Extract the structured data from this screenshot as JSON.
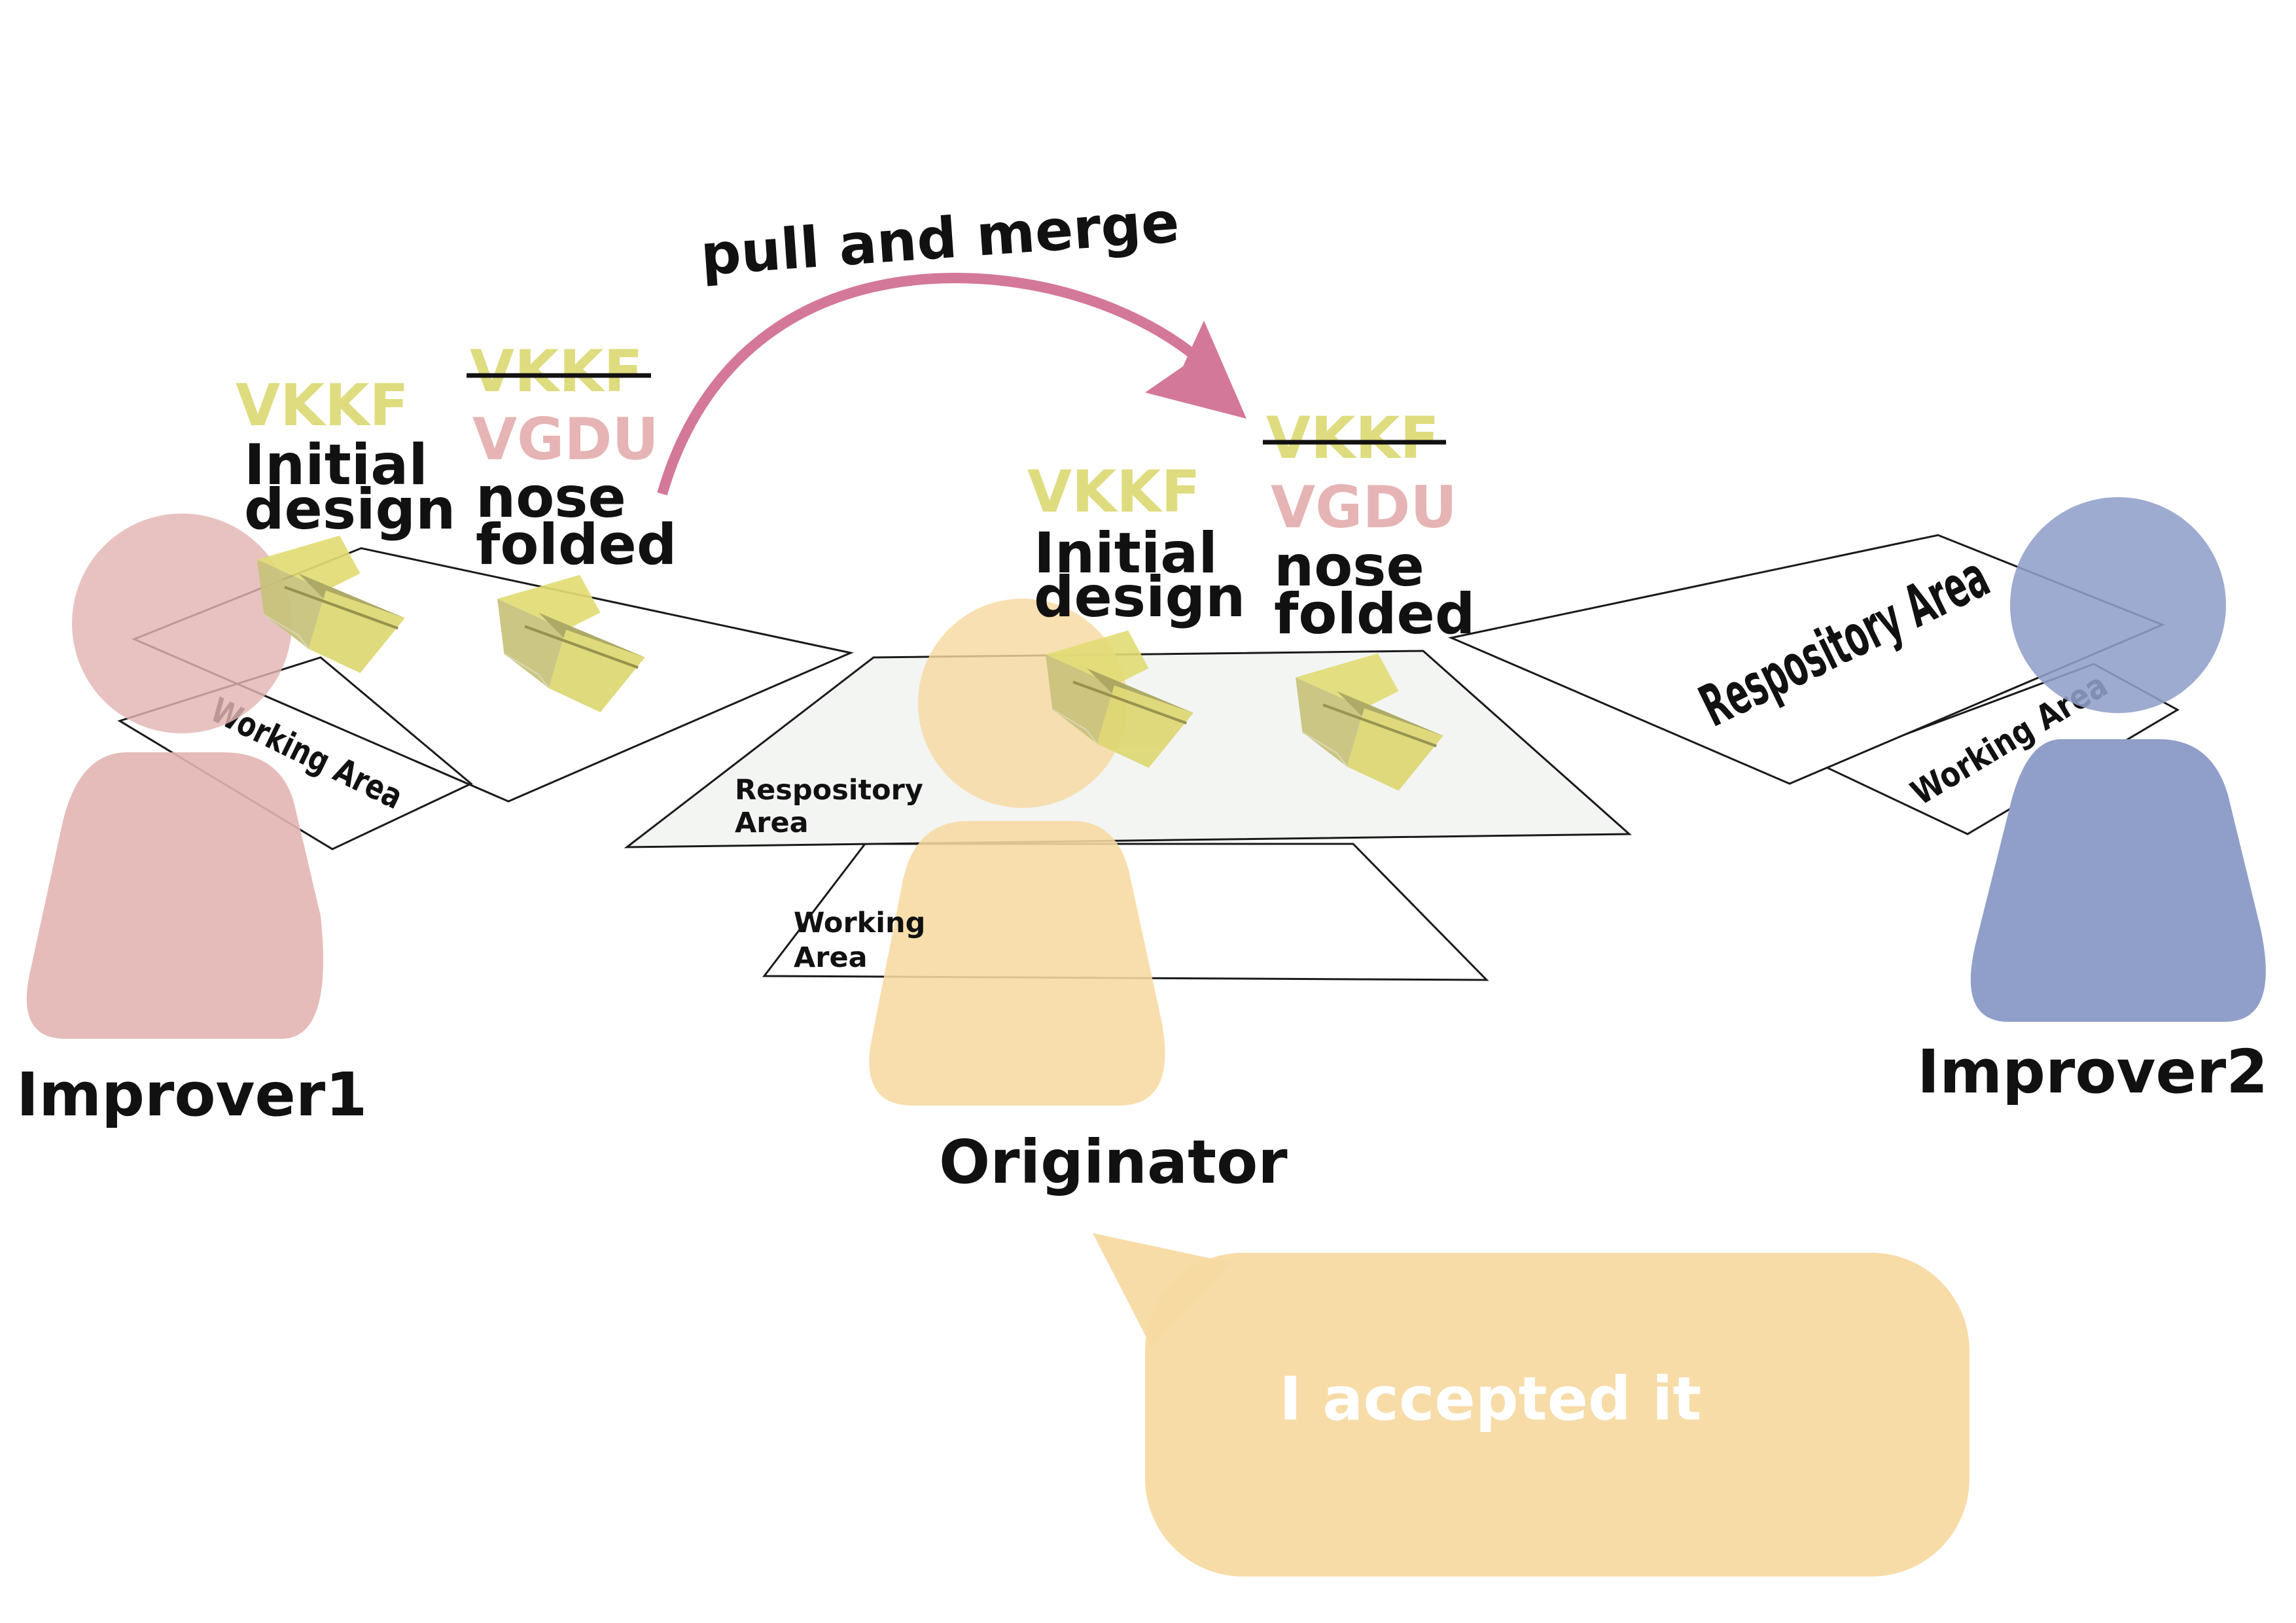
{
  "diagram": {
    "arrow_label": "pull and merge",
    "colors": {
      "improver1": "#e3b5b3",
      "originator": "#f6d9a1",
      "improver2": "#8f9fc9",
      "arrow": "#d4789a",
      "version_old": "#dedc7e",
      "version_new": "#e6b4b4",
      "plane_fill": "#f3f5f3",
      "plane_yellow": "#e2dc74",
      "plane_shadow": "#c6c07c"
    },
    "actors": {
      "improver1": {
        "name": "Improver1",
        "working_area": "Working Area",
        "commits": [
          {
            "hash": "VKKF",
            "message_line1": "Initial",
            "message_line2": "design"
          },
          {
            "hash_old": "VKKF",
            "hash": "VGDU",
            "message_line1": "nose",
            "message_line2": "folded"
          }
        ]
      },
      "originator": {
        "name": "Originator",
        "repository_line1": "Respository",
        "repository_line2": "Area",
        "working_line1": "Working",
        "working_line2": "Area",
        "commits": [
          {
            "hash": "VKKF",
            "message_line1": "Initial",
            "message_line2": "design"
          },
          {
            "hash_old": "VKKF",
            "hash": "VGDU",
            "message_line1": "nose",
            "message_line2": "folded"
          }
        ],
        "speech": "I accepted it"
      },
      "improver2": {
        "name": "Improver2",
        "repository_area": "Respository Area",
        "working_area": "Working Area"
      }
    }
  }
}
